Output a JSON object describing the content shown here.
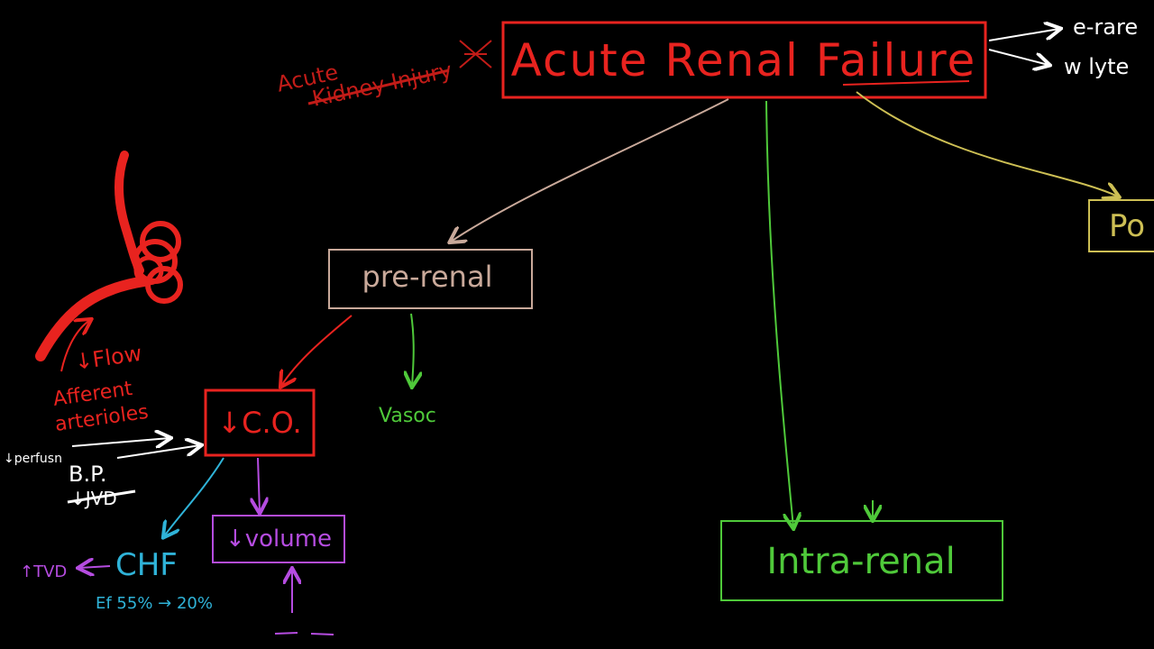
{
  "colors": {
    "background": "#000000",
    "red": "#e8231f",
    "tan": "#c9a99a",
    "yellow": "#cdbf54",
    "green": "#4fc93a",
    "blue": "#2fb3d8",
    "purple": "#b54ce0",
    "white": "#ffffff"
  },
  "header": {
    "title": "Acute Renal Failure",
    "alt_title_line1": "Acute",
    "alt_title_line2": "Kidney Injury",
    "note1": "e-rare",
    "note2": "w lyte"
  },
  "nodes": {
    "prerenal": "pre-renal",
    "intrarenal": "Intra-renal",
    "postrenal": "Po",
    "co": "↓C.O.",
    "volume": "↓volume",
    "chf": "CHF",
    "vasoc": "Vasoc"
  },
  "left_notes": {
    "flow": "↓Flow",
    "afferent": "Afferent",
    "arterioles": "arterioles",
    "perfusion": "↓perfusn",
    "bp": "B.P.",
    "jvd": "↓JVD",
    "tvd": "↑TVD",
    "ef": "Ef 55% → 20%"
  }
}
